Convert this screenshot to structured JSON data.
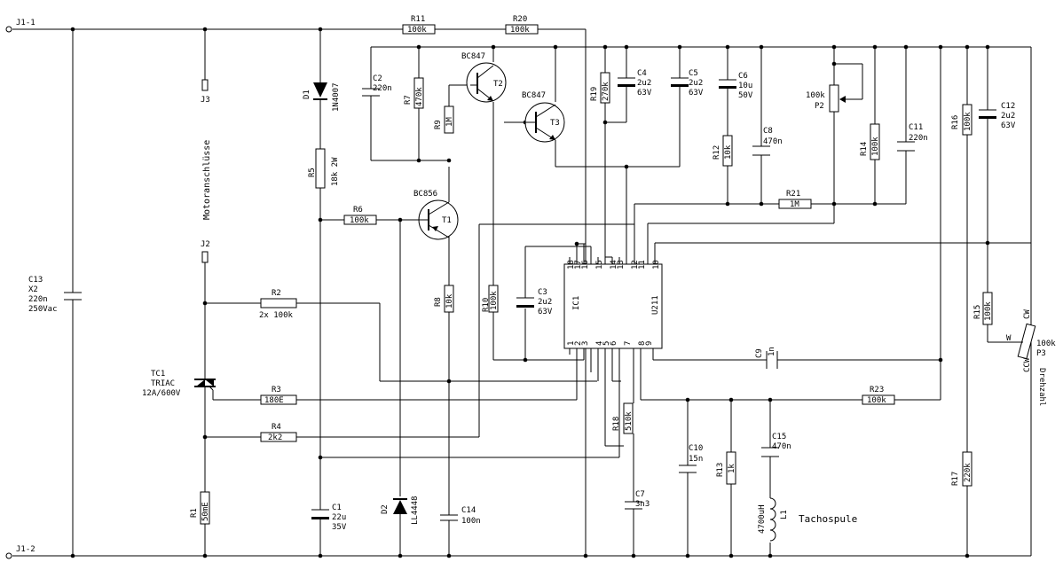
{
  "terminals": {
    "j1_1": "J1-1",
    "j1_2": "J1-2",
    "j2": "J2",
    "j3": "J3"
  },
  "motor_label": "Motoranschlüsse",
  "resistors": {
    "r1": {
      "ref": "R1",
      "value": "50mE"
    },
    "r2": {
      "ref": "R2",
      "value": "2x 100k"
    },
    "r3": {
      "ref": "R3",
      "value": "180E"
    },
    "r4": {
      "ref": "R4",
      "value": "2k2"
    },
    "r5": {
      "ref": "R5",
      "value": "18k 2W"
    },
    "r6": {
      "ref": "R6",
      "value": "100k"
    },
    "r7": {
      "ref": "R7",
      "value": "470k"
    },
    "r8": {
      "ref": "R8",
      "value": "10k"
    },
    "r9": {
      "ref": "R9",
      "value": "1M"
    },
    "r10": {
      "ref": "R10",
      "value": "100k"
    },
    "r11": {
      "ref": "R11",
      "value": "100k"
    },
    "r12": {
      "ref": "R12",
      "value": "10k"
    },
    "r13": {
      "ref": "R13",
      "value": "1k"
    },
    "r14": {
      "ref": "R14",
      "value": "100k"
    },
    "r15": {
      "ref": "R15",
      "value": "100k"
    },
    "r16": {
      "ref": "R16",
      "value": "100k"
    },
    "r17": {
      "ref": "R17",
      "value": "220k"
    },
    "r18": {
      "ref": "R18",
      "value": "510k"
    },
    "r19": {
      "ref": "R19",
      "value": "270k"
    },
    "r20": {
      "ref": "R20",
      "value": "100k"
    },
    "r21": {
      "ref": "R21",
      "value": "1M"
    },
    "r23": {
      "ref": "R23",
      "value": "100k"
    }
  },
  "capacitors": {
    "c1": {
      "ref": "C1",
      "value1": "22u",
      "value2": "35V"
    },
    "c2": {
      "ref": "C2",
      "value1": "220n"
    },
    "c3": {
      "ref": "C3",
      "value1": "2u2",
      "value2": "63V"
    },
    "c4": {
      "ref": "C4",
      "value1": "2u2",
      "value2": "63V"
    },
    "c5": {
      "ref": "C5",
      "value1": "2u2",
      "value2": "63V"
    },
    "c6": {
      "ref": "C6",
      "value1": "10u",
      "value2": "50V"
    },
    "c7": {
      "ref": "C7",
      "value1": "3n3"
    },
    "c8": {
      "ref": "C8",
      "value1": "470n"
    },
    "c9": {
      "ref": "C9",
      "value1": "1n"
    },
    "c10": {
      "ref": "C10",
      "value1": "15n"
    },
    "c11": {
      "ref": "C11",
      "value1": "220n"
    },
    "c12": {
      "ref": "C12",
      "value1": "2u2",
      "value2": "63V"
    },
    "c13": {
      "ref": "C13",
      "value1": "X2",
      "value2": "220n",
      "value3": "250Vac"
    },
    "c14": {
      "ref": "C14",
      "value1": "100n"
    },
    "c15": {
      "ref": "C15",
      "value1": "470n"
    }
  },
  "semis": {
    "d1": {
      "ref": "D1",
      "value": "1N4007"
    },
    "d2": {
      "ref": "D2",
      "value": "LL4448"
    },
    "t1": {
      "ref": "T1",
      "type": "BC856"
    },
    "t2": {
      "ref": "T2",
      "type": "BC847"
    },
    "t3": {
      "ref": "T3",
      "type": "BC847"
    },
    "tc1": {
      "ref": "TC1",
      "type": "TRIAC",
      "rating": "12A/600V"
    }
  },
  "potentiometers": {
    "p2": {
      "ref": "P2",
      "value": "100k"
    },
    "p3": {
      "ref": "P3",
      "value": "100k",
      "cw": "CW",
      "ccw": "CCW",
      "wiper": "W",
      "function": "Drehzahl"
    }
  },
  "inductor": {
    "ref": "L1",
    "value": "4700uH",
    "name": "Tachospule"
  },
  "ic": {
    "ref": "IC1",
    "type": "U211",
    "top_pins": [
      "18",
      "17",
      "16",
      "15",
      "14",
      "13",
      "12",
      "11",
      "10"
    ],
    "bottom_pins": [
      "1",
      "2",
      "3",
      "4",
      "5",
      "6",
      "7",
      "8",
      "9"
    ]
  }
}
